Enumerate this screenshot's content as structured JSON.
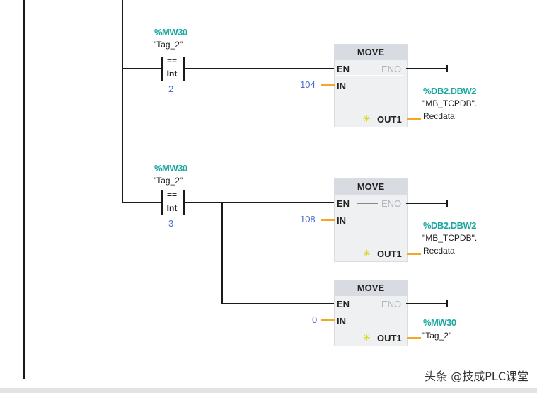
{
  "networks": [
    {
      "compare": {
        "address": "%MW30",
        "tag": "\"Tag_2\"",
        "operator": "==",
        "type": "Int",
        "value": "2"
      },
      "moves": [
        {
          "title": "MOVE",
          "en": "EN",
          "eno": "ENO",
          "in_label": "IN",
          "out_label": "OUT1",
          "in_value": "104",
          "out_address": "%DB2.DBW2",
          "out_tag_line1": "\"MB_TCPDB\".",
          "out_tag_line2": "Recdata"
        }
      ]
    },
    {
      "compare": {
        "address": "%MW30",
        "tag": "\"Tag_2\"",
        "operator": "==",
        "type": "Int",
        "value": "3"
      },
      "moves": [
        {
          "title": "MOVE",
          "en": "EN",
          "eno": "ENO",
          "in_label": "IN",
          "out_label": "OUT1",
          "in_value": "108",
          "out_address": "%DB2.DBW2",
          "out_tag_line1": "\"MB_TCPDB\".",
          "out_tag_line2": "Recdata"
        },
        {
          "title": "MOVE",
          "en": "EN",
          "eno": "ENO",
          "in_label": "IN",
          "out_label": "OUT1",
          "in_value": "0",
          "out_address": "%MW30",
          "out_tag_line1": "\"Tag_2\"",
          "out_tag_line2": ""
        }
      ]
    }
  ],
  "watermark": "头条 @技成PLC课堂",
  "colors": {
    "address": "#1ba7a0",
    "constant": "#4a6fd1",
    "wire": "#1a1a1a",
    "data_wire": "#f5a623"
  }
}
